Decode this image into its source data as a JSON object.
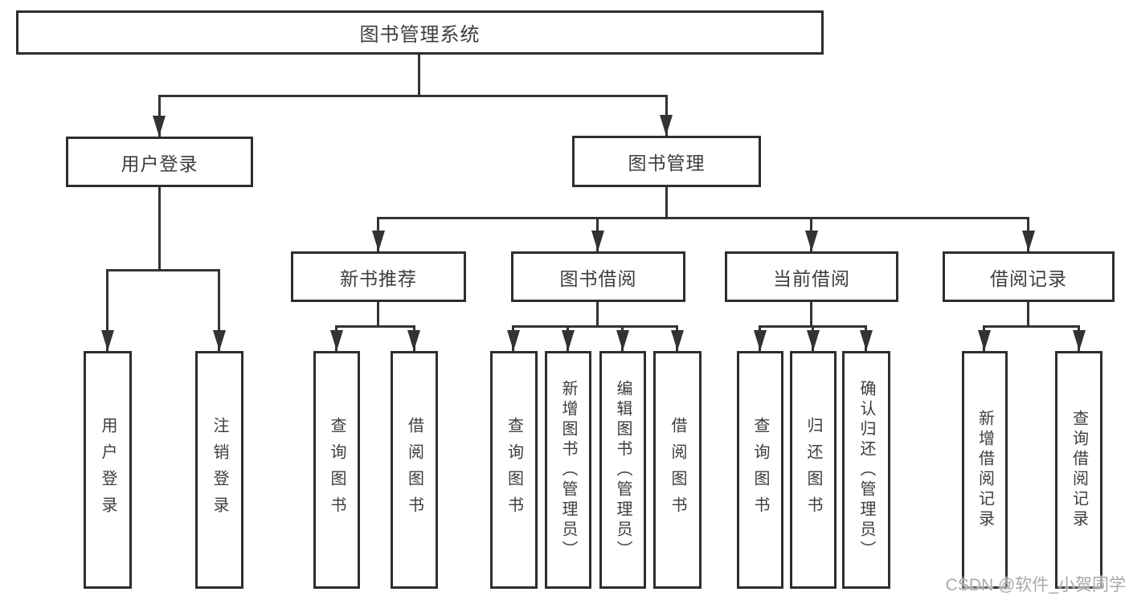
{
  "tree": {
    "root": {
      "label": "图书管理系统"
    },
    "branches": [
      {
        "label": "用户登录",
        "children": [
          "用户登录",
          "注销登录"
        ]
      },
      {
        "label": "图书管理",
        "children": [
          {
            "label": "新书推荐",
            "children": [
              "查询图书",
              "借阅图书"
            ]
          },
          {
            "label": "图书借阅",
            "children": [
              "查询图书",
              "新增图书（管理员）",
              "编辑图书（管理员）",
              "借阅图书"
            ]
          },
          {
            "label": "当前借阅",
            "children": [
              "查询图书",
              "归还图书",
              "确认归还（管理员）"
            ]
          },
          {
            "label": "借阅记录",
            "children": [
              "新增借阅记录",
              "查询借阅记录"
            ]
          }
        ]
      }
    ]
  },
  "watermark": {
    "text": "CSDN @软件_小贺同学"
  },
  "colors": {
    "line": "#333333",
    "box_border": "#2e2e2e",
    "box_background": "#ffffff",
    "text": "#3d3d3d",
    "watermark": "#a9a9a9"
  }
}
